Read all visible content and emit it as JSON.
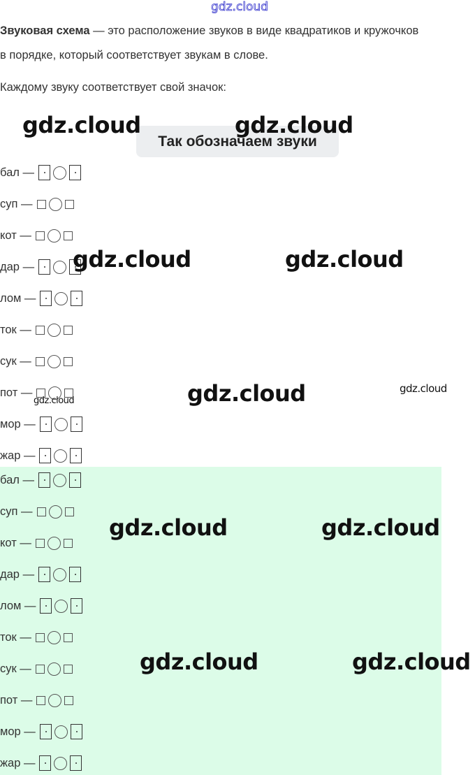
{
  "watermark": "gdz.cloud",
  "intro": {
    "term": "Звуковая схема",
    "def": " — это расположение звуков в виде квадратиков и кружочков",
    "line2": "в порядке, который соответствует звукам в слове.",
    "line3": "Каждому звуку соответствует свой значок:"
  },
  "button": "Так обозначаем звуки",
  "words": [
    {
      "w": "бал —",
      "voiced": true
    },
    {
      "w": "суп —",
      "voiced": false
    },
    {
      "w": "кот —",
      "voiced": false
    },
    {
      "w": "дар —",
      "voiced": true
    },
    {
      "w": "лом —",
      "voiced": true
    },
    {
      "w": "ток —",
      "voiced": false
    },
    {
      "w": "сук —",
      "voiced": false
    },
    {
      "w": "пот —",
      "voiced": false
    },
    {
      "w": "мор —",
      "voiced": true
    },
    {
      "w": "жар —",
      "voiced": true
    }
  ]
}
